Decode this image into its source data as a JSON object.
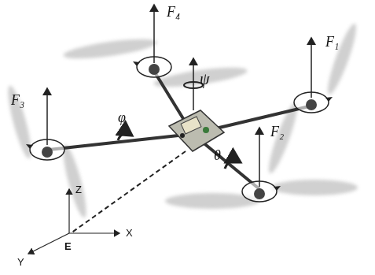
{
  "diagram": {
    "labels": [
      "F₄",
      "F₁",
      "ψ",
      "F₃",
      "φ",
      "θ",
      "F₂",
      "Z",
      "X",
      "Y",
      "E"
    ]
  }
}
